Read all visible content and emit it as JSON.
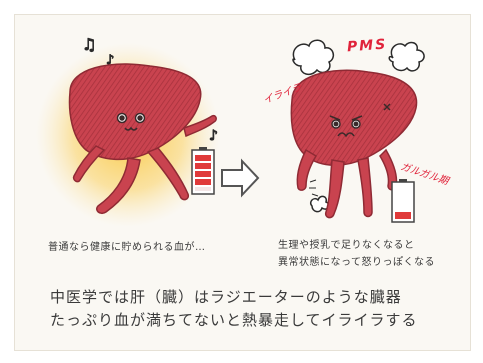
{
  "annotations": {
    "pms": "PMS",
    "iraira_side": "イライラ",
    "garugaru": "ガルガル期"
  },
  "captions": {
    "left": "普通なら健康に貯められる血が…",
    "right_line1": "生理や授乳で足りなくなると",
    "right_line2": "異常状態になって怒りっぽくなる"
  },
  "main_text": {
    "line1": "中医学では肝（臓）はラジエーターのような臓器",
    "line2": "たっぷり血が満ちてないと熱暴走してイライラする"
  },
  "battery_left_level": 0.8,
  "battery_right_level": 0.2,
  "colors": {
    "liver": "#c9434f",
    "glow": "#f8c046",
    "battery_full": "#e03a3a",
    "accent_text": "#e0233a"
  }
}
